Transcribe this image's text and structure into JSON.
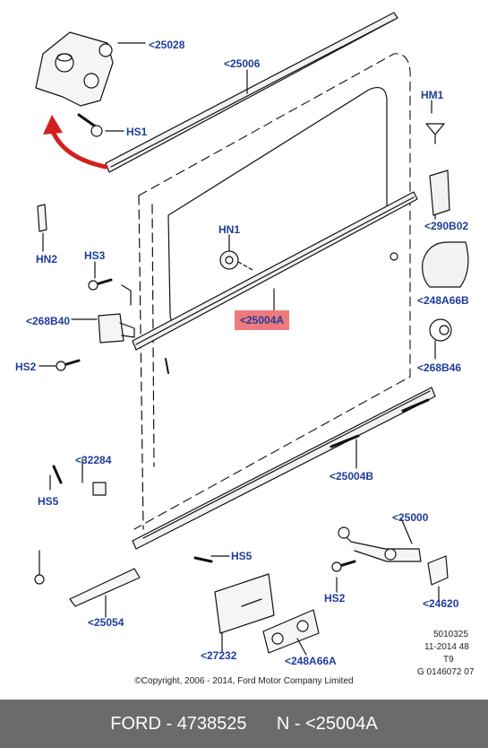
{
  "labels": {
    "p25028": "<25028",
    "p25006": "<25006",
    "hs1": "HS1",
    "hm1": "HM1",
    "p290b02": "<290B02",
    "hn2": "HN2",
    "hn1": "HN1",
    "hs3": "HS3",
    "p248a66b": "<248A66B",
    "p268b40": "<268B40",
    "p25004a": "<25004A",
    "p268b46": "<268B46",
    "hs2_left": "HS2",
    "p32284": "<32284",
    "p25004b": "<25004B",
    "hs5_left": "HS5",
    "p25000": "<25000",
    "hs5_mid": "HS5",
    "hs2_right": "HS2",
    "p24620": "<24620",
    "p25054": "<25054",
    "p27232": "<27232",
    "p248a66a": "<248A66A"
  },
  "meta": {
    "line1": "5010325",
    "line2": "11-2014 48",
    "line3": "T9",
    "line4": "G 0146072 07"
  },
  "copyright": "©Copyright, 2006 - 2014, Ford Motor Company Limited",
  "footer": {
    "brand": "FORD",
    "part_number": "4738525",
    "reference": "N - <25004A"
  },
  "colors": {
    "label": "#1f3c9a",
    "highlight": "#ef7a7d",
    "arrow": "#d31f1f",
    "footer_bg": "#6b6b6b"
  }
}
